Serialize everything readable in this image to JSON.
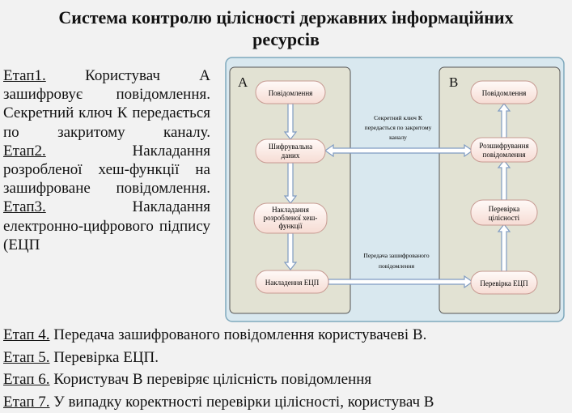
{
  "title": {
    "line1": "Система контролю цілісності державних інформаційних",
    "line2": "ресурсів"
  },
  "steps_left": [
    {
      "label": "Етап1.",
      "text": " Користувач А зашифровує повідомлення. Секретний ключ К передається по закритому каналу."
    },
    {
      "label": "Етап2.",
      "text": " Накладання розробленої хеш-функції на зашифроване повідомлення."
    },
    {
      "label": "Етап3.",
      "text": " Накладання електронно-цифрового підпису (ЕЦП"
    }
  ],
  "steps_bottom": [
    {
      "label": "Етап 4.",
      "text": " Передача зашифрованого повідомлення користувачеві В."
    },
    {
      "label": "Етап 5.",
      "text": " Перевірка ЕЦП."
    },
    {
      "label": "Етап 6.",
      "text": " Користувач В перевіряє цілісність повідомлення"
    },
    {
      "label": "Етап 7.",
      "text": " У випадку коректності перевірки цілісності, користувач В"
    }
  ],
  "diagram": {
    "side_a": {
      "label": "А",
      "nodes": {
        "message": "Повідомлення",
        "encryption_line1": "Шифрувальна",
        "encryption_line2": "даних",
        "hash_line1": "Накладання",
        "hash_line2": "розробленої хеш-",
        "hash_line3": "функції",
        "sign": "Накладення ЕЦП"
      }
    },
    "side_b": {
      "label": "В",
      "nodes": {
        "message": "Повідомлення",
        "decrypt_line1": "Розшифрування",
        "decrypt_line2": "повідомлення",
        "check_line1": "Перевірка",
        "check_line2": "цілісності",
        "verify": "Перевірка ЕЦП"
      }
    },
    "channel_key": {
      "line1": "Секретний ключ К",
      "line2": "передається по закритому",
      "line3": "каналу"
    },
    "channel_message": {
      "line1": "Передача зашифрованого",
      "line2": "повідомлення"
    },
    "colors": {
      "outer_panel": "#d9e8ef",
      "outer_border": "#7fa9bd",
      "inner_panel": "#e2e2d3",
      "node_fill": "#fbe9e2",
      "node_border": "#c79a92",
      "arrow": "#7f9bc2"
    }
  }
}
